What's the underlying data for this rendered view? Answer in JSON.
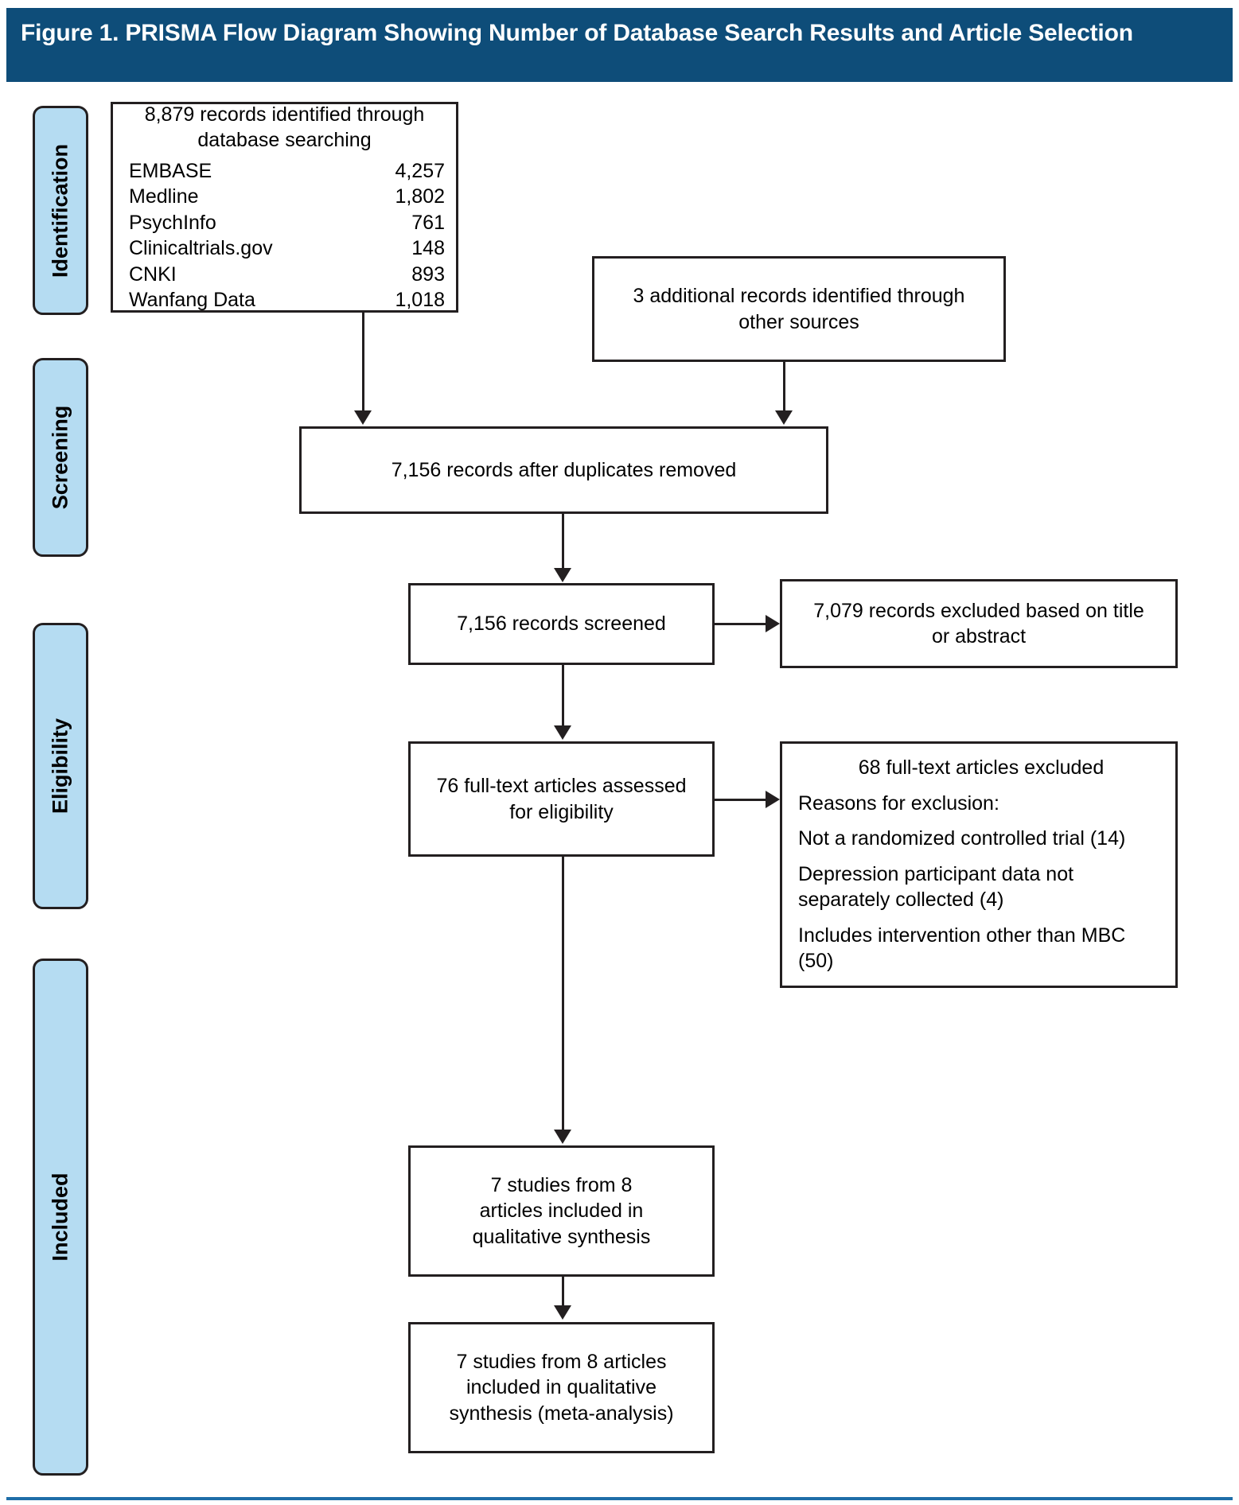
{
  "figure": {
    "title": "Figure 1. PRISMA Flow Diagram Showing Number of Database Search Results and Article Selection",
    "title_bar_color": "#0e4d79",
    "stage_pill_color": "#b5dcf2",
    "box_border_color": "#231f20",
    "bottom_rule_color": "#1f6ea8"
  },
  "stages": [
    {
      "label": "Identification"
    },
    {
      "label": "Screening"
    },
    {
      "label": "Eligibility"
    },
    {
      "label": "Included"
    }
  ],
  "boxes": {
    "identification": {
      "heading_line1": "8,879 records identified through",
      "heading_line2": "database searching",
      "databases": [
        {
          "name": "EMBASE",
          "count": "4,257"
        },
        {
          "name": "Medline",
          "count": "1,802"
        },
        {
          "name": "PsychInfo",
          "count": "761"
        },
        {
          "name": "Clinicaltrials.gov",
          "count": "148"
        },
        {
          "name": "CNKI",
          "count": "893"
        },
        {
          "name": "Wanfang Data",
          "count": "1,018"
        }
      ]
    },
    "other_sources": {
      "line1": "3 additional records identified through",
      "line2": "other sources"
    },
    "duplicates_removed": {
      "text": "7,156 records after duplicates removed"
    },
    "screened": {
      "text": "7,156 records screened"
    },
    "excluded_title_abstract": {
      "line1": "7,079 records excluded based on title",
      "line2": "or abstract"
    },
    "fulltext_assessed": {
      "line1": "76 full-text articles assessed",
      "line2": "for eligibility"
    },
    "fulltext_excluded": {
      "heading": "68 full-text articles excluded",
      "reasons_label": "Reasons for exclusion:",
      "reasons": [
        "Not a randomized controlled trial (14)",
        "Depression participant data not separately collected (4)",
        "Includes intervention other than MBC (50)"
      ]
    },
    "qualitative_synthesis": {
      "line1": "7 studies from 8",
      "line2": "articles included in",
      "line3": "qualitative synthesis"
    },
    "meta_analysis": {
      "line1": "7 studies from 8 articles",
      "line2": "included in qualitative",
      "line3": "synthesis (meta-analysis)"
    }
  }
}
